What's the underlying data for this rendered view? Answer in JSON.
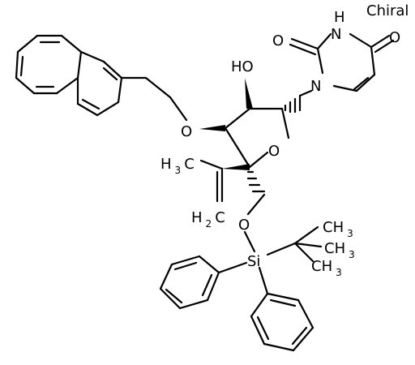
{
  "chiral_label": "Chiral",
  "atoms": {
    "carbonyl_o_top": "O",
    "carbonyl_o_left": "O",
    "imide_n": "N",
    "imide_h": "H",
    "glycosidic_n": "N",
    "hydroxyl": "HO",
    "ether_o": "O",
    "ring_o": "O",
    "methyl_h": "H",
    "methyl_c": "C",
    "methyl_sub": "3",
    "methylene_h": "H",
    "methylene_c": "C",
    "methylene_sub": "2",
    "silyl_ether_o": "O",
    "silicon": "Si",
    "tbu_methyl_top_c": "CH",
    "tbu_methyl_top_sub": "3",
    "tbu_methyl_right_c": "CH",
    "tbu_methyl_right_sub": "3",
    "tbu_methyl_bottom_c": "CH",
    "tbu_methyl_bottom_sub": "3"
  }
}
